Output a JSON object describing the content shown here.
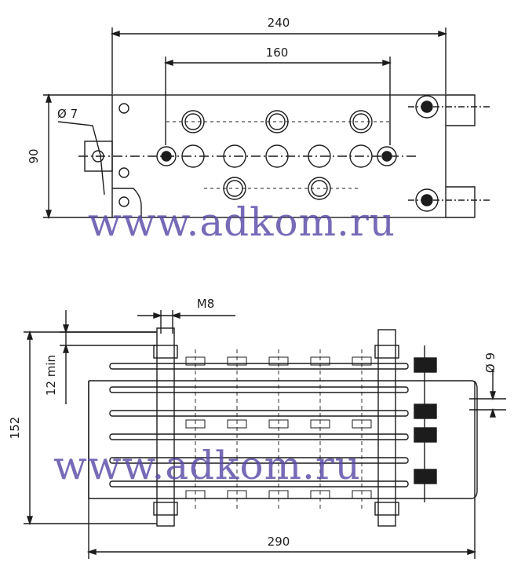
{
  "top_view": {
    "dim_width_overall": "240",
    "dim_width_holes": "160",
    "dim_height": "90",
    "dim_hole_diameter": "Ø 7"
  },
  "side_view": {
    "dim_thread": "M8",
    "dim_height_overall": "152",
    "dim_thread_length": "12 min",
    "dim_hole_diameter": "Ø 9",
    "dim_length_overall": "290"
  },
  "watermark": {
    "text_top": "www.adkom.ru",
    "text_bottom": "www.adkom.ru",
    "color": "#5a4aa8"
  },
  "colors": {
    "line": "#1c1c1c",
    "background": "#ffffff"
  }
}
